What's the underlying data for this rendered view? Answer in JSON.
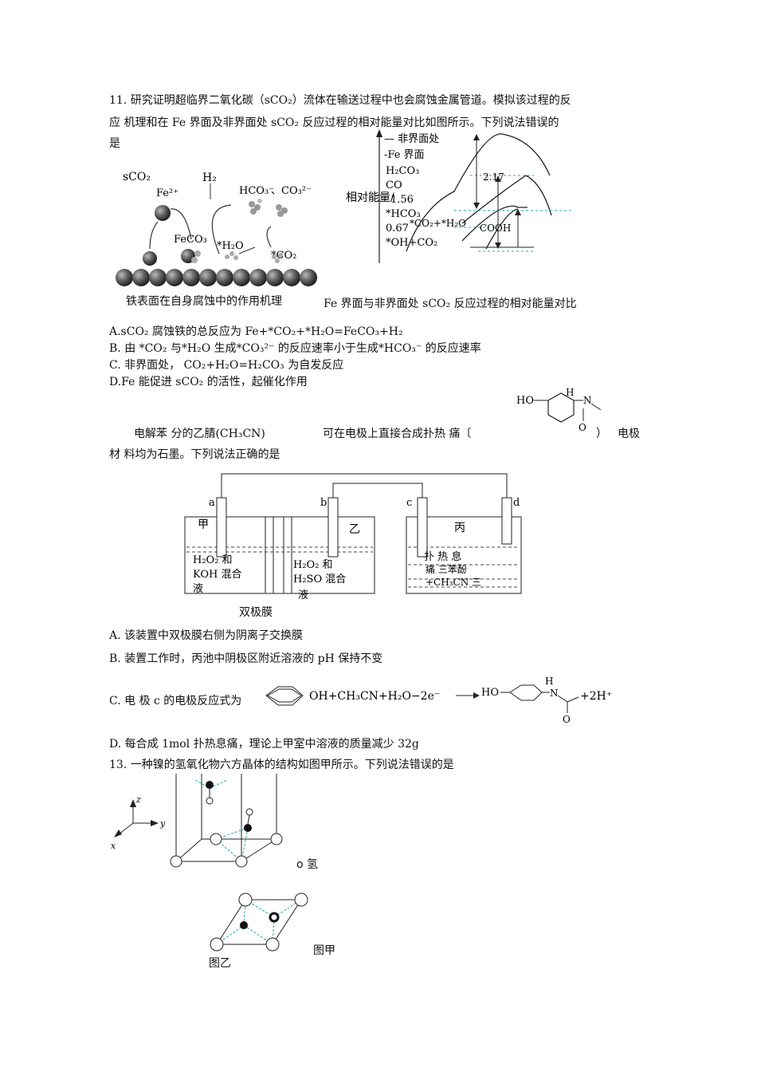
{
  "q11": {
    "line1": "11.  研究证明超临界二氧化碳（sCO₂）流体在输送过程中也会腐蚀金属管道。模拟该过程的反",
    "line2": "应  机理和在 Fe  界面及非界面处  sCO₂ 反应过程的相对能量对比如图所示。下列说法错误的",
    "line3": "是",
    "fig1": {
      "sco2": "sCO₂",
      "fe2": "Fe²⁺",
      "h2": "H₂",
      "hco3": "HCO₃⁻",
      "co3": "、CO₃²⁻",
      "feco3": "FeCO₃",
      "h2o": "*H₂O",
      "co2": "*CO₂",
      "caption": "铁表面在自身腐蚀中的作用机理"
    },
    "fig2": {
      "legend1": "— 非界面处",
      "legend2": "-Fe 界面",
      "ylabel": "相对能量/",
      "l_h2co3": "H₂CO₃",
      "l_co": "CO",
      "l_156": "1.56",
      "l_hco3": "*HCO₃",
      "l_067": "0.67",
      "l_co2h2o": "*CO₂+*H₂O",
      "l_ohco2": "*OH+CO₂",
      "l_217": "2.17",
      "l_cooh": "COOH",
      "caption": "Fe 界面与非界面处 sCO₂ 反应过程的相对能量对比"
    },
    "options": [
      "A.sCO₂    腐蚀铁的总反应为 Fe+*CO₂+*H₂O=FeCO₃+H₂",
      "B.  由 *CO₂ 与*H₂O  生成*CO₃²⁻ 的反应速率小于生成*HCO₃⁻ 的反应速率",
      "C.  非界面处， CO₂+H₂O=H₂CO₃        为自发反应",
      "D.Fe    能促进 sCO₂ 的活性，起催化作用"
    ]
  },
  "q12": {
    "line1a": "电解苯  分的乙腈(CH₃CN)",
    "line1b": "可在电极上直接合成扑热    痛〔",
    "line1c": "）",
    "line1d": "电极",
    "line2": "材  料均为石墨。下列说法正确的是",
    "struct": {
      "ho": "HO",
      "h": "H",
      "n": "N",
      "o": "O"
    },
    "apparatus": {
      "a": "a",
      "b": "b",
      "c": "c",
      "d": "d",
      "jia": "甲",
      "yi": "乙",
      "bing": "丙",
      "jia_sol_1": "H₂O₂ 和",
      "jia_sol_2": "KOH 混合",
      "jia_sol_3": "液",
      "yi_sol_1": "H₂O₂  和",
      "yi_sol_2": "H₂SO 混合",
      "yi_sol_3": "液",
      "bing_sol_1": "扑    热    息",
      "bing_sol_2": "痛  三苯酚",
      "bing_sol_3": "+CH₃CN 三",
      "membrane": "双极膜"
    },
    "options": {
      "a": "A.   该装置中双极膜右侧为阴离子交换膜",
      "b": "B.   装置工作时，丙池中阴极区附近溶液的 pH 保持不变",
      "c_prefix": "C.   电  极 c 的电极反应式为",
      "c_eq": "OH+CH₃CN+H₂O−2e⁻",
      "c_prod_ho": "HO",
      "c_prod_h": "H",
      "c_prod_n": "N",
      "c_prod_o": "O",
      "c_tail": "+2H⁺",
      "d": "D.   每合成 1mol  扑热息痛，理论上甲室中溶液的质量减少 32g"
    }
  },
  "q13": {
    "line1": "13.   一种镍的氢氧化物六方晶体的结构如图甲所示。下列说法错误的是",
    "axes": {
      "z": "z",
      "y": "y",
      "x": "x"
    },
    "legend_h": "o  氢",
    "label_jia": "图甲",
    "label_yi": "图乙"
  }
}
